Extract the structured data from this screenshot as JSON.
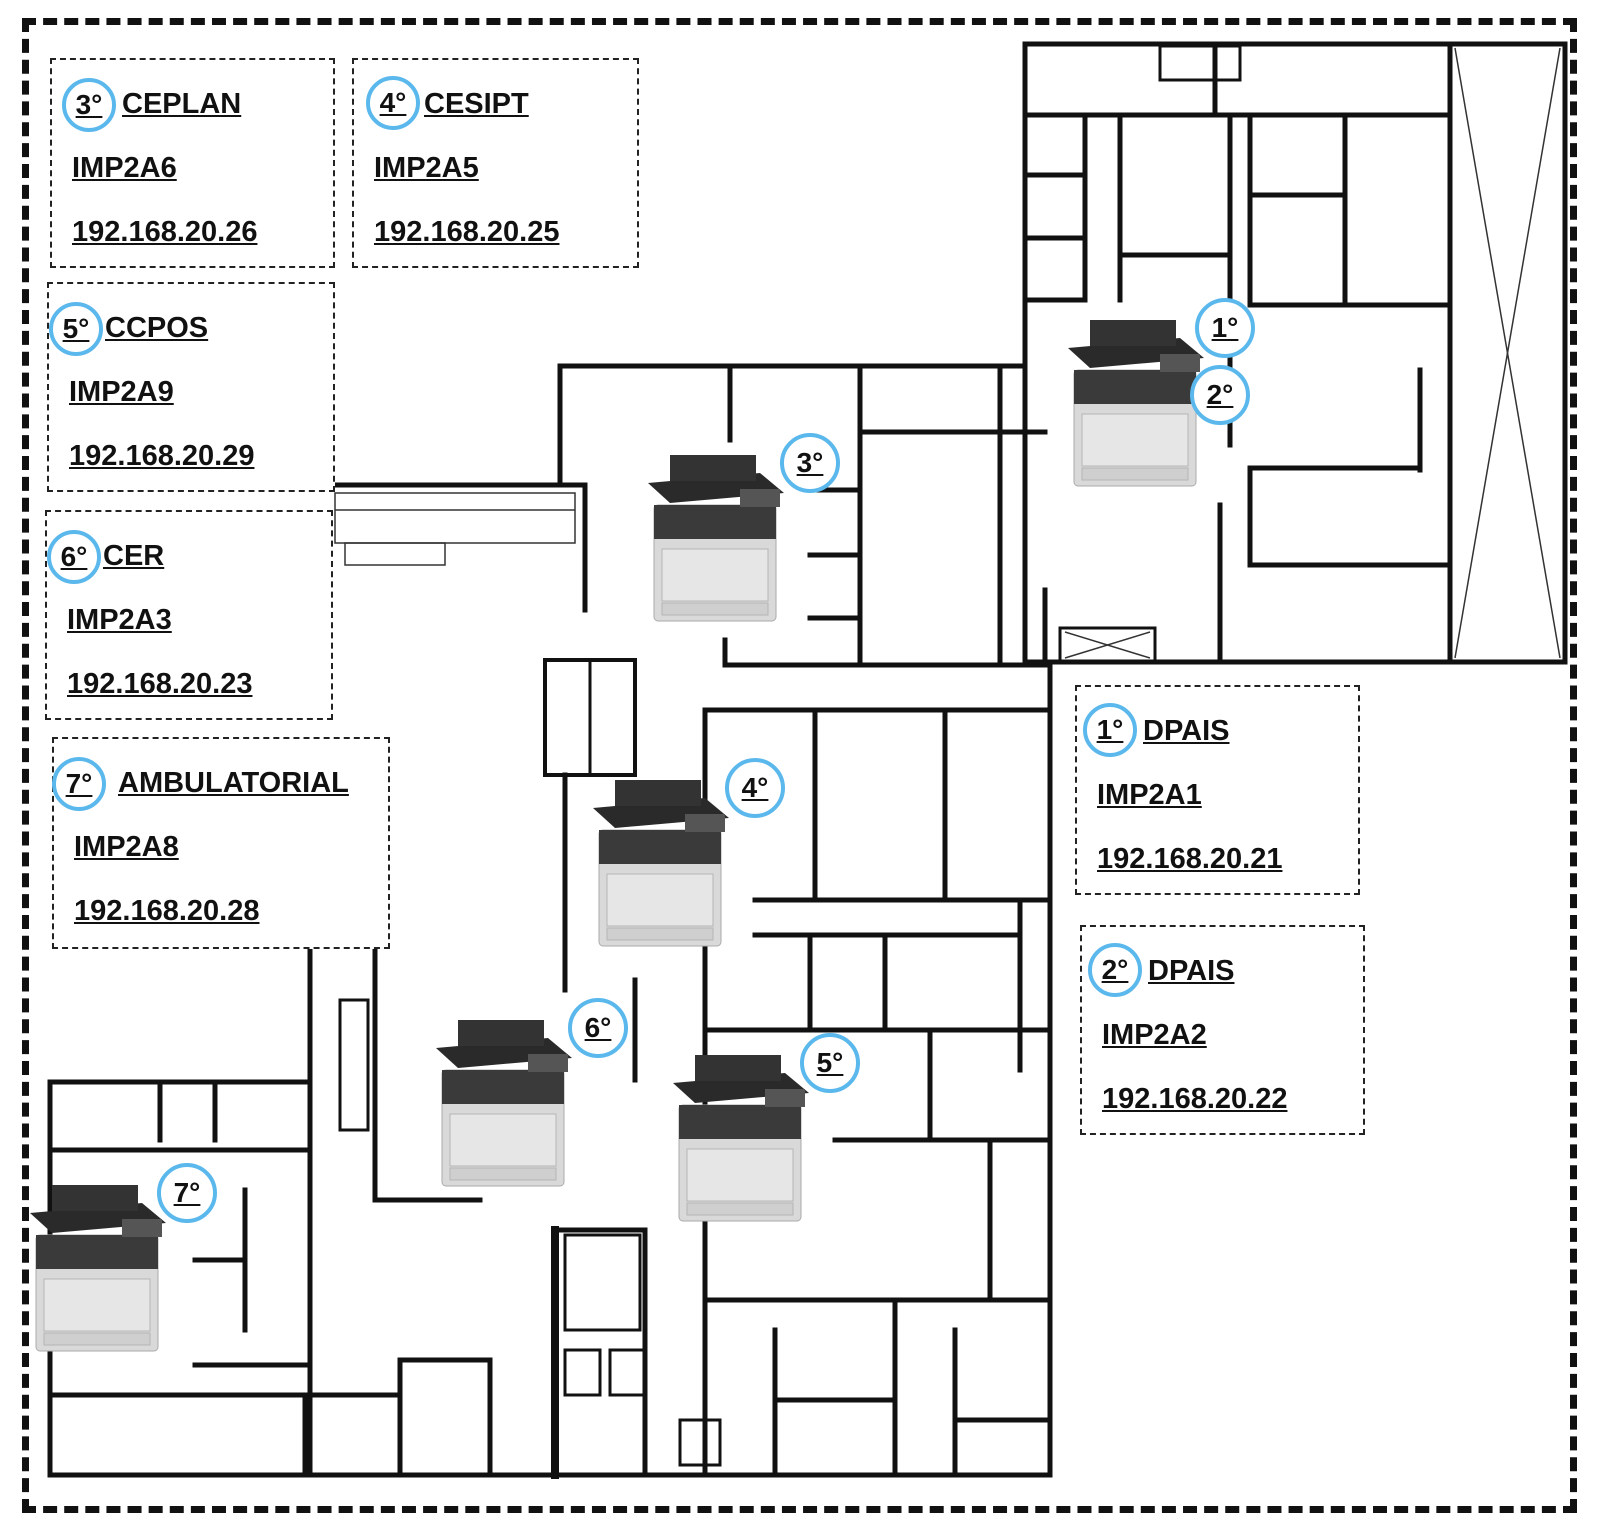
{
  "accent_color": "#5bb8ec",
  "labels": [
    {
      "floor": "3°",
      "dept": "CEPLAN",
      "printer": "IMP2A6",
      "ip": "192.168.20.26"
    },
    {
      "floor": "4°",
      "dept": "CESIPT",
      "printer": "IMP2A5",
      "ip": "192.168.20.25"
    },
    {
      "floor": "5°",
      "dept": "CCPOS",
      "printer": "IMP2A9",
      "ip": "192.168.20.29"
    },
    {
      "floor": "6°",
      "dept": "CER",
      "printer": "IMP2A3",
      "ip": "192.168.20.23"
    },
    {
      "floor": "7°",
      "dept": "AMBULATORIAL",
      "printer": "IMP2A8",
      "ip": "192.168.20.28"
    },
    {
      "floor": "1°",
      "dept": "DPAIS",
      "printer": "IMP2A1",
      "ip": "192.168.20.21"
    },
    {
      "floor": "2°",
      "dept": "DPAIS",
      "printer": "IMP2A2",
      "ip": "192.168.20.22"
    }
  ],
  "markers": [
    {
      "floors": [
        "1°",
        "2°"
      ],
      "icon": "printer-icon"
    },
    {
      "floors": [
        "3°"
      ],
      "icon": "printer-icon"
    },
    {
      "floors": [
        "4°"
      ],
      "icon": "printer-icon"
    },
    {
      "floors": [
        "5°"
      ],
      "icon": "printer-icon"
    },
    {
      "floors": [
        "6°"
      ],
      "icon": "printer-icon"
    },
    {
      "floors": [
        "7°"
      ],
      "icon": "printer-icon"
    }
  ]
}
